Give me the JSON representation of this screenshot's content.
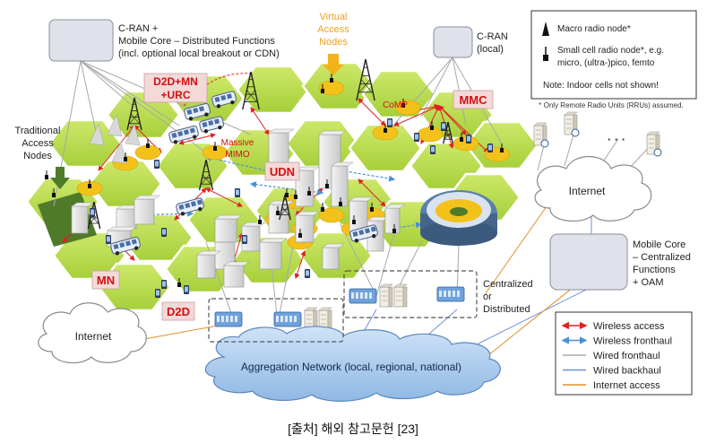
{
  "labels": {
    "cran_mobile_core": [
      "C-RAN +",
      "Mobile Core – Distributed Functions",
      "(incl. optional local breakout or CDN)"
    ],
    "cran_local": [
      "C-RAN",
      "(local)"
    ],
    "virtual_access_nodes": [
      "Virtual",
      "Access",
      "Nodes"
    ],
    "traditional_access_nodes": [
      "Traditional",
      "Access",
      "Nodes"
    ],
    "d2d_mn_urc": [
      "D2D+MN",
      "+URC"
    ],
    "massive_mimo": [
      "Massive",
      "MIMO"
    ],
    "comp": "CoMP",
    "mmc": "MMC",
    "udn": "UDN",
    "mn": "MN",
    "d2d": "D2D",
    "internet_right": "Internet",
    "internet_left": "Internet",
    "mobile_core_central": [
      "Mobile Core",
      "– Centralized",
      "Functions",
      "+ OAM"
    ],
    "centralized_or_distributed": [
      "Centralized",
      "or",
      "Distributed"
    ],
    "aggregation_network": "Aggregation Network (local, regional, national)",
    "ellipsis": "· · ·",
    "footnote": "* Only Remote Radio Units (RRUs) assumed."
  },
  "legend_top": {
    "macro": "Macro radio node*",
    "small": [
      "Small cell radio node*, e.g.",
      "micro, (ultra-)pico, femto"
    ],
    "note": "Note:  Indoor cells not shown!"
  },
  "legend_bottom": [
    {
      "label": "Wireless access",
      "color": "#e02020",
      "style": "double-arrow"
    },
    {
      "label": "Wireless fronthaul",
      "color": "#4a90d9",
      "style": "double-arrow"
    },
    {
      "label": "Wired fronthaul",
      "color": "#a8a8a8",
      "style": "line"
    },
    {
      "label": "Wired backhaul",
      "color": "#6a8fd8",
      "style": "line"
    },
    {
      "label": "Internet access",
      "color": "#e0902a",
      "style": "line"
    }
  ],
  "caption": "[출처] 해외 참고문헌 [23]",
  "colors": {
    "cell_green": "#b7dc4a",
    "cell_dark": "#4f7a2a",
    "hotspot_yellow": "#f2c21a",
    "label_red": "#d01010",
    "label_orange": "#f0a020",
    "cloud_blue": "#9cc3ea"
  }
}
